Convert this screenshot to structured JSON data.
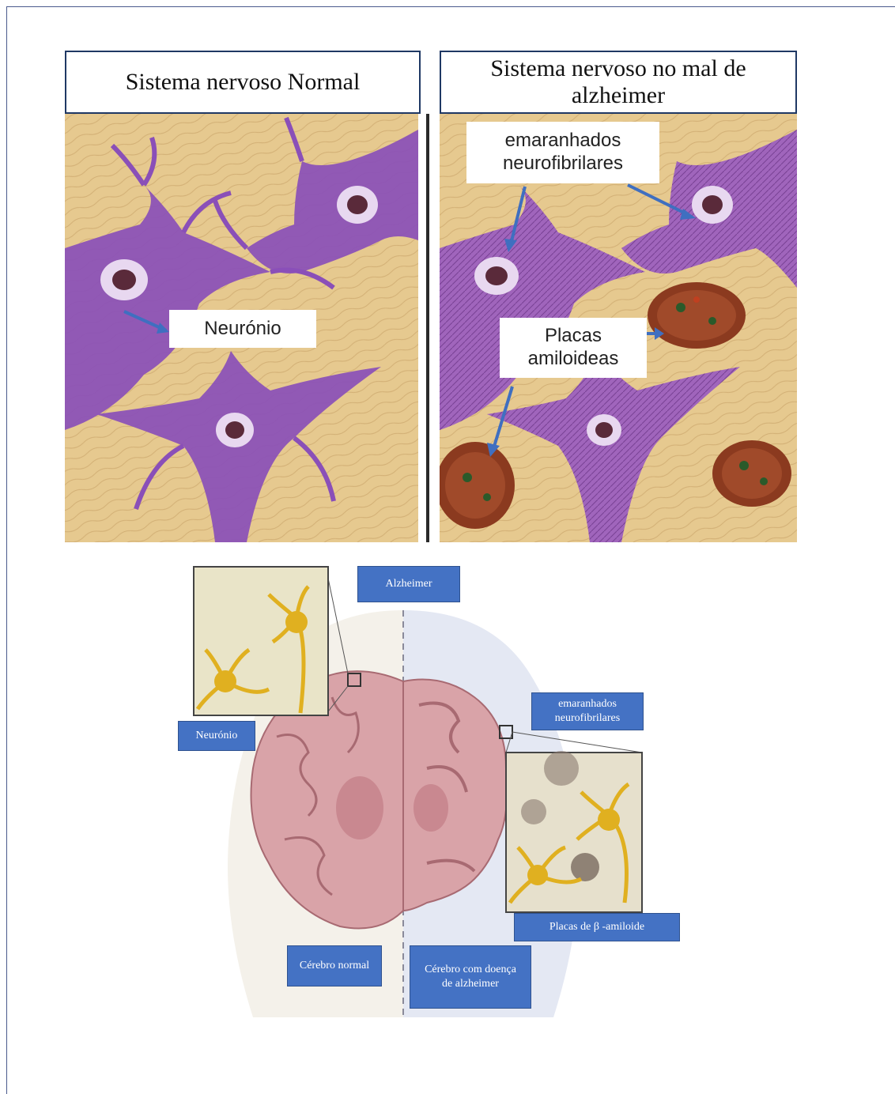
{
  "top": {
    "left_title": "Sistema nervoso Normal",
    "right_title_line1": "Sistema nervoso no mal de",
    "right_title_line2": "alzheimer",
    "left_labels": {
      "neuron": "Neurónio"
    },
    "right_labels": {
      "tangles_line1": "emaranhados",
      "tangles_line2": "neurofibrilares",
      "plaques_line1": "Placas",
      "plaques_line2": "amiloideas"
    }
  },
  "bottom": {
    "alzheimer": "Alzheimer",
    "neuron": "Neurónio",
    "tangles_line1": "emaranhados",
    "tangles_line2": "neurofibrilares",
    "plaques": "Placas de β -amiloide",
    "normal_brain": "Cérebro normal",
    "ad_brain_line1": "Cérebro com doença",
    "ad_brain_line2": "de alzheimer"
  },
  "colors": {
    "tissue": "#e6c98f",
    "neuron_purple": "#8a4fb8",
    "plaque": "#8b3a1f",
    "label_blue": "#4472c4",
    "arrow_blue": "#3f6fc0",
    "brain_pink": "#d9a3a8",
    "golden_neuron": "#e0b020"
  }
}
